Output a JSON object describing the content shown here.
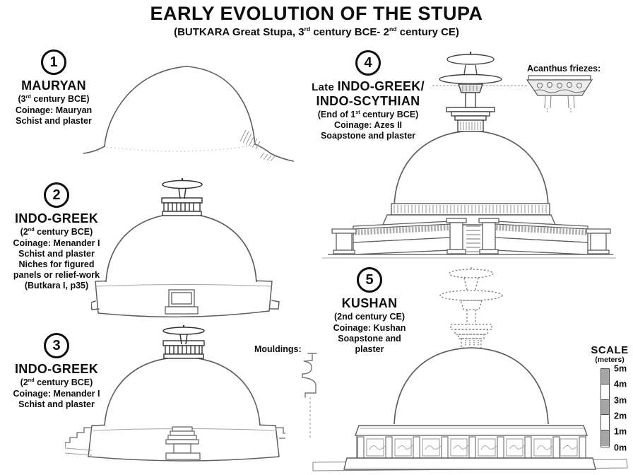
{
  "title": "EARLY EVOLUTION OF THE STUPA",
  "subtitle": {
    "p1": "(BUTKARA Great Stupa, 3",
    "s1": "rd",
    "p2": " century BCE- 2",
    "s2": "nd",
    "p3": " century CE)"
  },
  "sections": {
    "s1": {
      "number": "1",
      "heading": "MAURYAN",
      "era_pre": "(3",
      "era_sup": "rd",
      "era_post": " century BCE)",
      "details": "Coinage: Mauryan\nSchist and plaster"
    },
    "s2": {
      "number": "2",
      "heading": "INDO-GREEK",
      "era_pre": "(2",
      "era_sup": "nd",
      "era_post": " century BCE)",
      "details": "Coinage: Menander I\nSchist and plaster\nNiches for figured\npanels or relief-work\n(Butkara I, p35)"
    },
    "s3": {
      "number": "3",
      "heading": "INDO-GREEK",
      "era_pre": "(2",
      "era_sup": "nd",
      "era_post": " century BCE)",
      "details": "Coinage: Menander I\nSchist and plaster"
    },
    "s4": {
      "number": "4",
      "heading_prefix": "Late ",
      "heading": "INDO-GREEK/",
      "heading2": "INDO-SCYTHIAN",
      "era_pre": "(End of 1",
      "era_sup": "st",
      "era_post": " century BCE)",
      "details": "Coinage: Azes II\nSoapstone and plaster"
    },
    "s5": {
      "number": "5",
      "heading": "KUSHAN",
      "era_pre": "(2nd century CE)",
      "era_sup": "",
      "era_post": "",
      "details": "Coinage: Kushan\nSoapstone and\nplaster"
    }
  },
  "annotations": {
    "acanthus_label": "Acanthus friezes:",
    "mouldings_label": "Mouldings:"
  },
  "scale": {
    "title": "SCALE",
    "unit": "(meters)",
    "labels": [
      "5m",
      "4m",
      "3m",
      "2m",
      "1m",
      "0m"
    ]
  },
  "colors": {
    "ink": "#0d0d0d",
    "sketch": "#5f5f5f",
    "scale_fill": "#a6a6a6",
    "background": "#ffffff"
  }
}
